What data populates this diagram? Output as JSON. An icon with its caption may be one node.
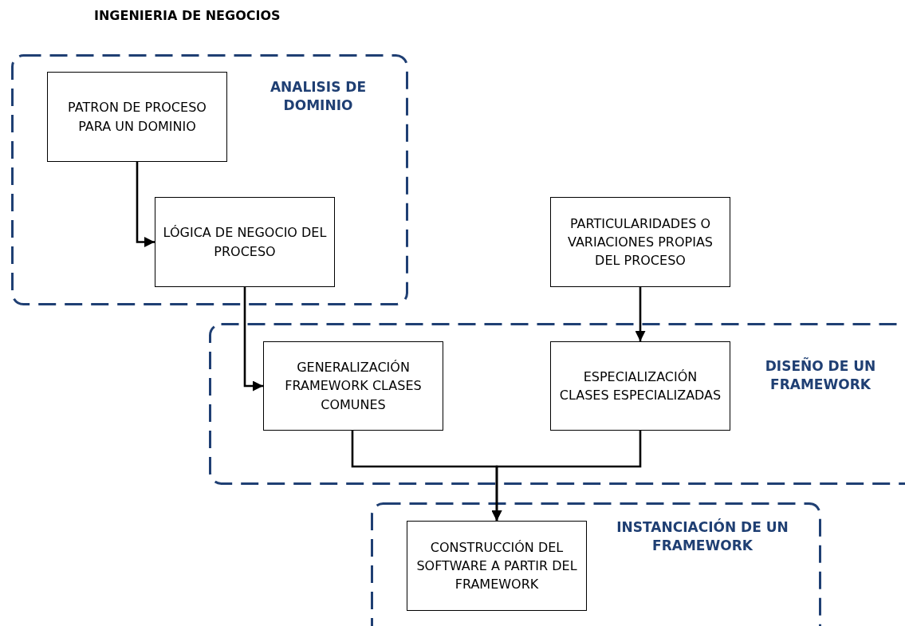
{
  "diagram": {
    "title": "INGENIERIA DE NEGOCIOS",
    "nodes": [
      {
        "text": [
          "ANALISIS DE DOMINIO"
        ]
      },
      {
        "text": [
          "PATRON DE PROCESO PARA UN DOMINIO"
        ],
        "in": 0
      },
      {
        "text": [
          "LÓGICA DE NEGOCIO DEL PROCESO"
        ],
        "in": 0
      },
      {
        "text": [
          "PARTICULARIDADES O VARIACIONES PROPIAS DEL PROCESO"
        ]
      },
      {
        "text": [
          "DISEÑO DE UN FRAMEWORK"
        ]
      },
      {
        "text": [
          "GENERALIZACIÓN FRAMEWORK CLASES COMUNES"
        ],
        "in": 4
      },
      {
        "text": [
          "ESPECIALIZACIÓN CLASES ESPECIALIZADAS"
        ],
        "in": 4
      },
      {
        "text": [
          "INSTANCIACIÓN DE UN FRAMEWORK"
        ]
      },
      {
        "text": [
          "CONSTRUCCIÓN DEL SOFTWARE A PARTIR DEL FRAMEWORK"
        ],
        "in": 7
      }
    ],
    "edges": [
      {
        "from": 1,
        "to": 2,
        "arrow": "to"
      },
      {
        "from": 2,
        "to": 5,
        "arrow": "to"
      },
      {
        "from": 3,
        "to": 6,
        "arrow": "to"
      },
      {
        "from": 5,
        "to": 8,
        "arrow": "to"
      },
      {
        "from": 6,
        "to": 8,
        "arrow": "to"
      }
    ]
  }
}
